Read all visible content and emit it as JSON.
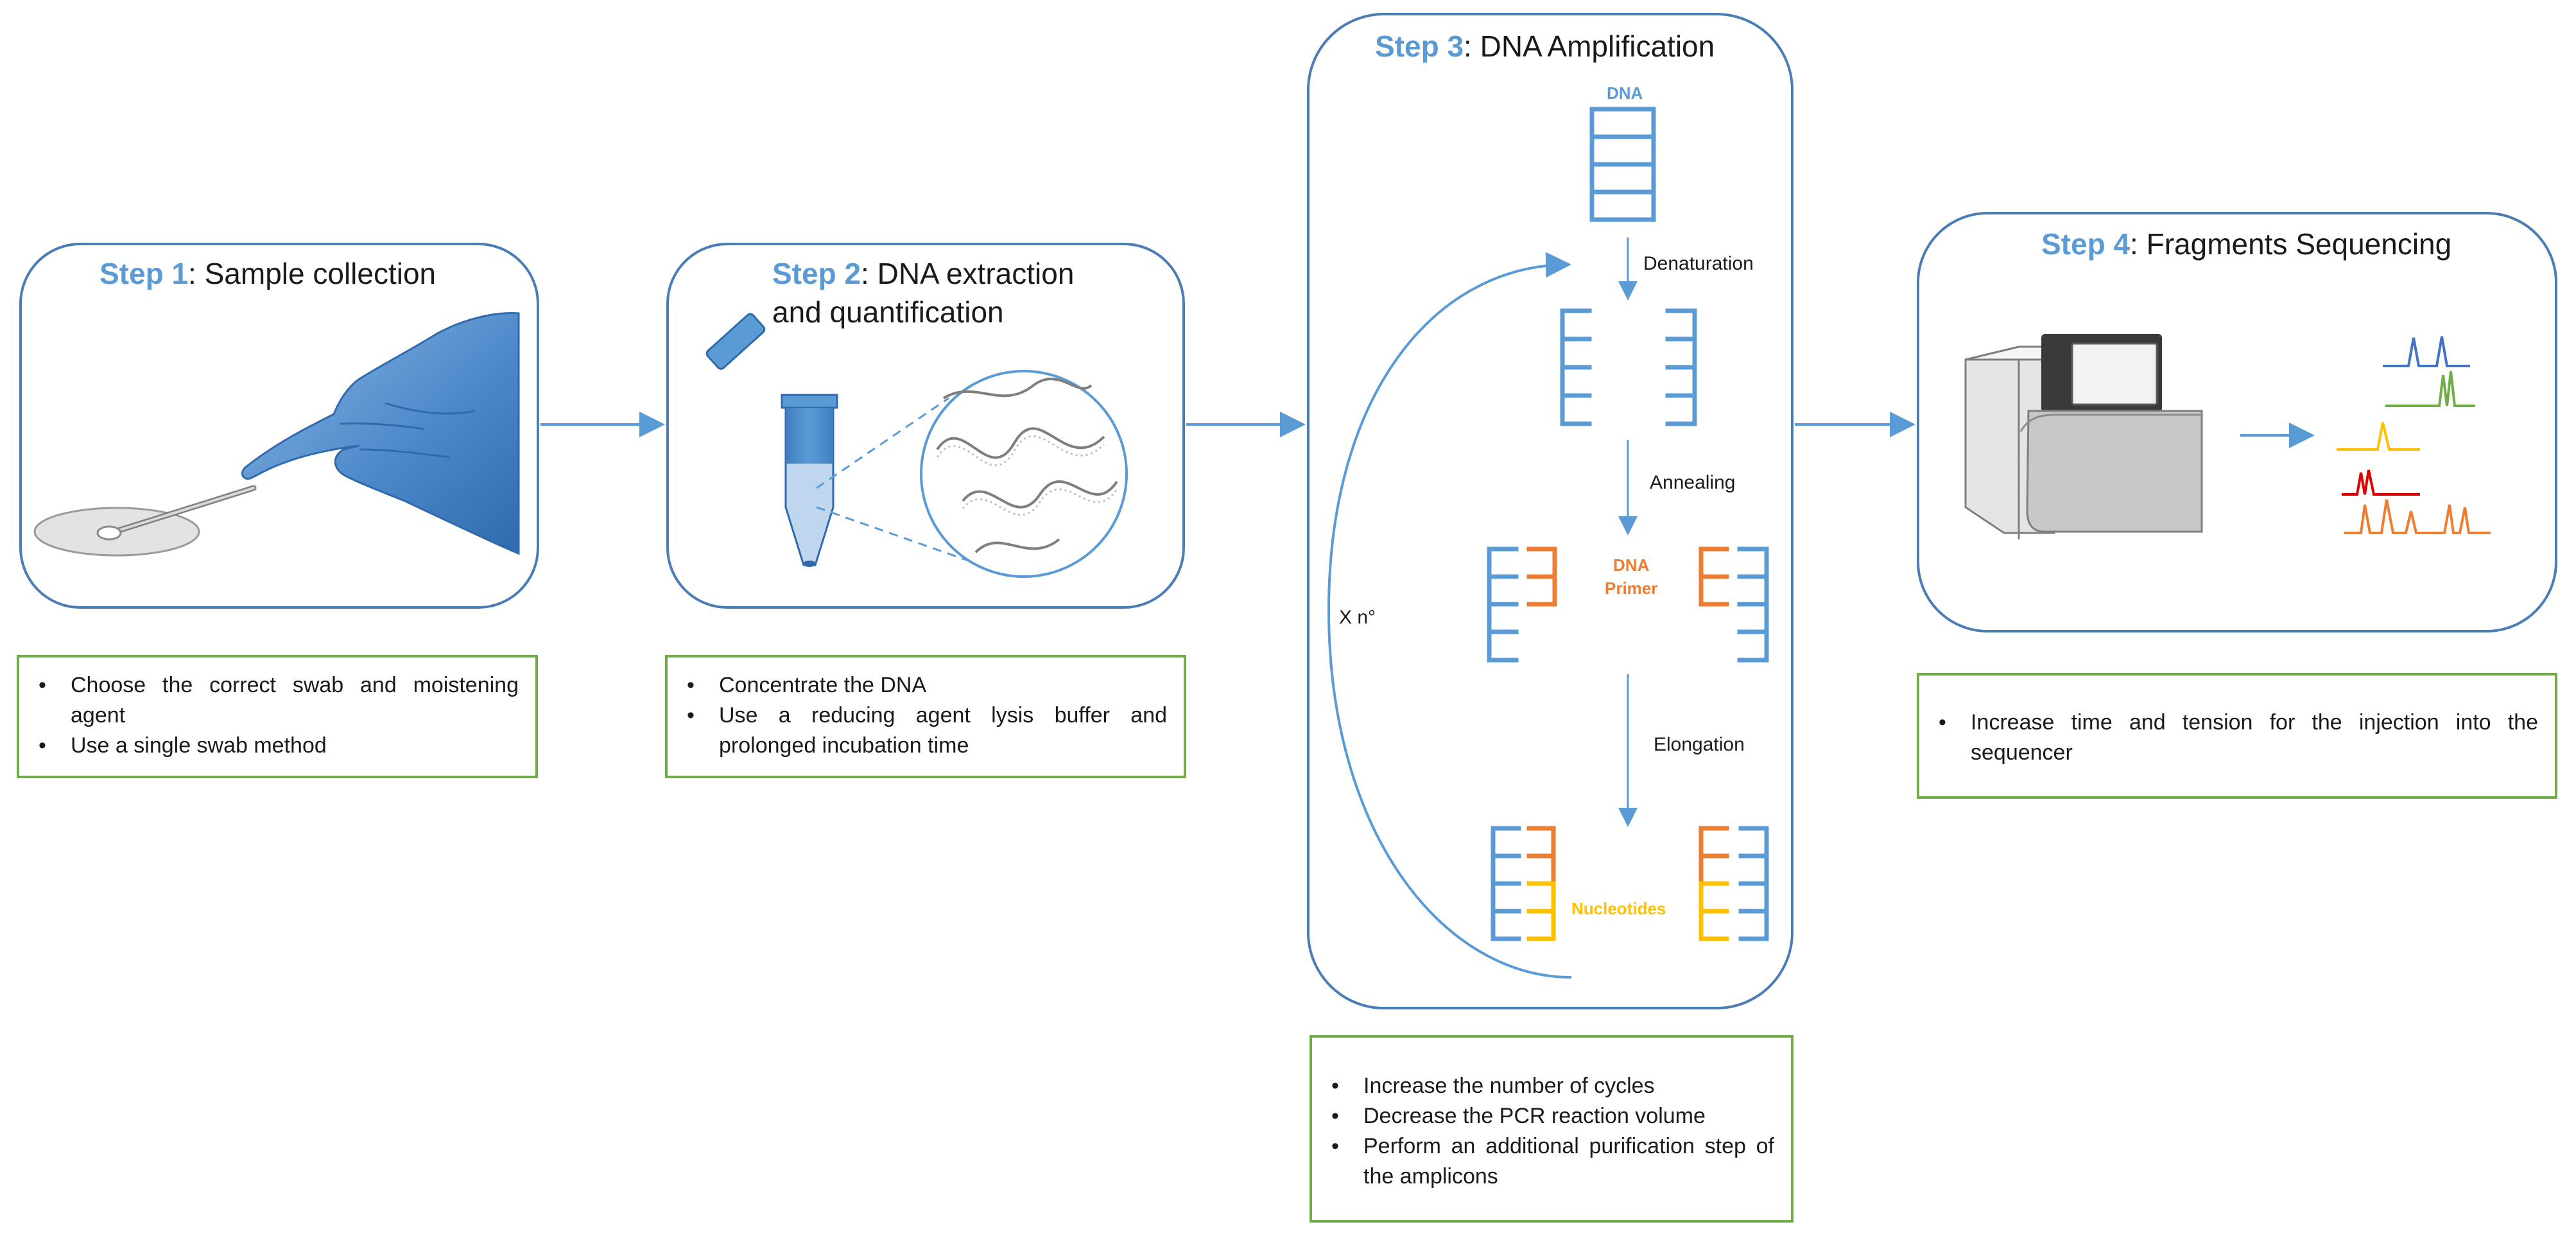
{
  "colors": {
    "box_border": "#4a7cb5",
    "step_label": "#5b9bd5",
    "note_border": "#70ad47",
    "arrow": "#5b9bd5",
    "dna_strand": "#5b9bd5",
    "primer": "#ed7d31",
    "nucleotides": "#ffc000"
  },
  "steps": [
    {
      "label": "Step 1",
      "title": ": Sample collection",
      "title_line2": "",
      "notes": [
        "Choose the correct swab and moistening agent",
        "Use a single swab method"
      ]
    },
    {
      "label": "Step 2",
      "title": ": DNA extraction",
      "title_line2": "and quantification",
      "notes": [
        "Concentrate the DNA",
        "Use a reducing agent lysis buffer and prolonged incubation time"
      ]
    },
    {
      "label": "Step 3",
      "title": ": DNA Amplification",
      "title_line2": "",
      "notes": [
        "Increase the number of cycles",
        "Decrease the PCR reaction volume",
        "Perform an additional purification step of the amplicons"
      ]
    },
    {
      "label": "Step 4",
      "title": ": Fragments Sequencing",
      "title_line2": "",
      "notes": [
        "Increase time and tension for the injection into the sequencer"
      ]
    }
  ],
  "pcr": {
    "dna_label": "DNA",
    "denaturation": "Denaturation",
    "annealing": "Annealing",
    "primer_label_1": "DNA",
    "primer_label_2": "Primer",
    "elongation": "Elongation",
    "nucleotides_label": "Nucleotides",
    "cycles_label": "X n°"
  },
  "icons": {
    "step1": "gloved-hand-swab-icon",
    "step2": "microtube-dna-icon",
    "step4": "sequencer-icon",
    "electropherogram": "electropherogram-peaks-icon"
  }
}
